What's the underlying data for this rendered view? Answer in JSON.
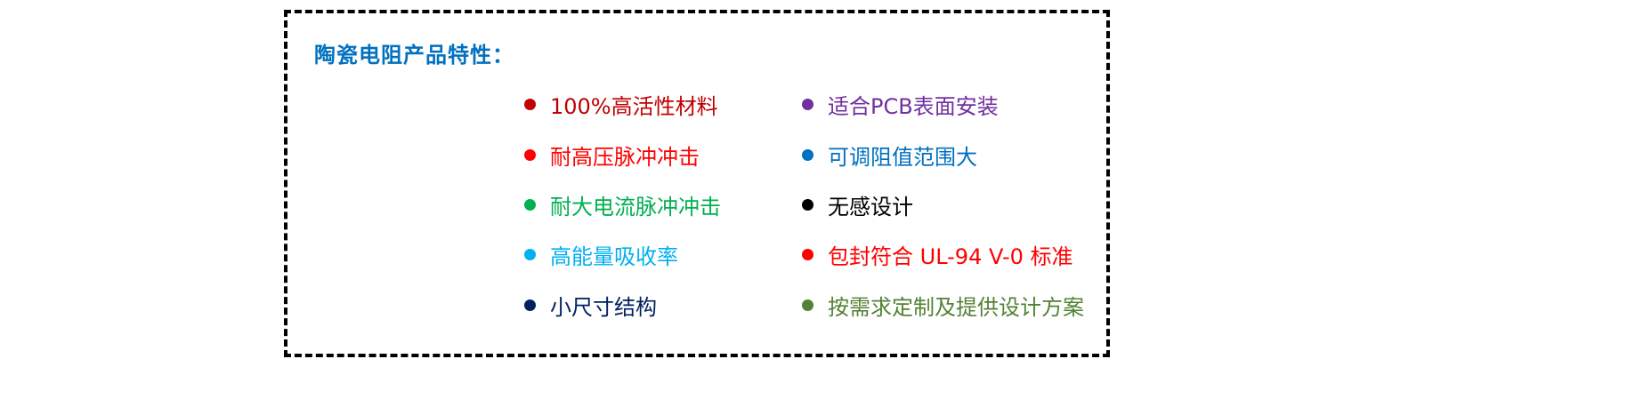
{
  "title": "陶瓷电阻产品特性：",
  "left": [
    {
      "text": "100%高活性材料",
      "color": "#c00000"
    },
    {
      "text": "耐高压脉冲冲击",
      "color": "#ff0000"
    },
    {
      "text": "耐大电流脉冲冲击",
      "color": "#00b050"
    },
    {
      "text": "高能量吸收率",
      "color": "#00b0f0"
    },
    {
      "text": "小尺寸结构",
      "color": "#002060"
    }
  ],
  "right": [
    {
      "text": "适合PCB表面安装",
      "color": "#7030a0"
    },
    {
      "text": "可调阻值范围大",
      "color": "#0070c0"
    },
    {
      "text": "无感设计",
      "color": "#000000"
    },
    {
      "text": "包封符合 UL-94 V-0 标准",
      "color": "#ff0000"
    },
    {
      "text": "按需求定制及提供设计方案",
      "color": "#538135"
    }
  ]
}
